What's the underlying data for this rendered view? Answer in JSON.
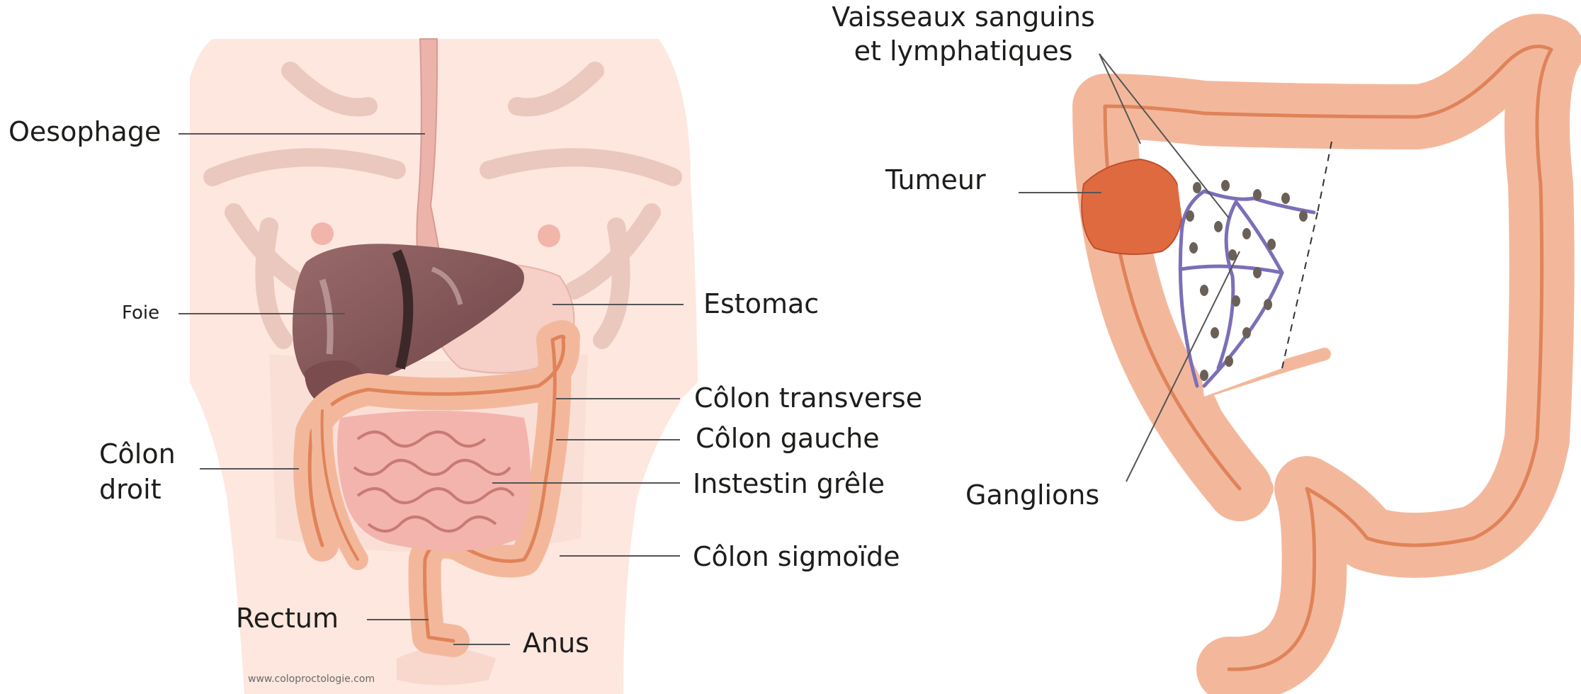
{
  "left_diagram": {
    "labels": {
      "oesophage": "Oesophage",
      "foie": "Foie",
      "estomac": "Estomac",
      "colon_transverse": "Côlon transverse",
      "colon_gauche": "Côlon gauche",
      "colon_droit_line1": "Côlon",
      "colon_droit_line2": "droit",
      "intestin_grele": "Instestin grêle",
      "colon_sigmoide": "Côlon sigmoïde",
      "rectum": "Rectum",
      "anus": "Anus"
    },
    "watermark": "www.coloproctologie.com"
  },
  "right_diagram": {
    "labels": {
      "vaisseaux_line1": "Vaisseaux sanguins",
      "vaisseaux_line2": "et lymphatiques",
      "tumeur": "Tumeur",
      "ganglions": "Ganglions"
    }
  },
  "colors": {
    "skin": "#fde7df",
    "colon": "#f3b89c",
    "colon_stripe": "#e0835a",
    "liver": "#8a5a5c",
    "small_intestine": "#f3b4ad",
    "tumor": "#e06a40",
    "vessels": "#7b6fb8",
    "ganglions": "#6b6058",
    "leader_line": "#555555"
  }
}
